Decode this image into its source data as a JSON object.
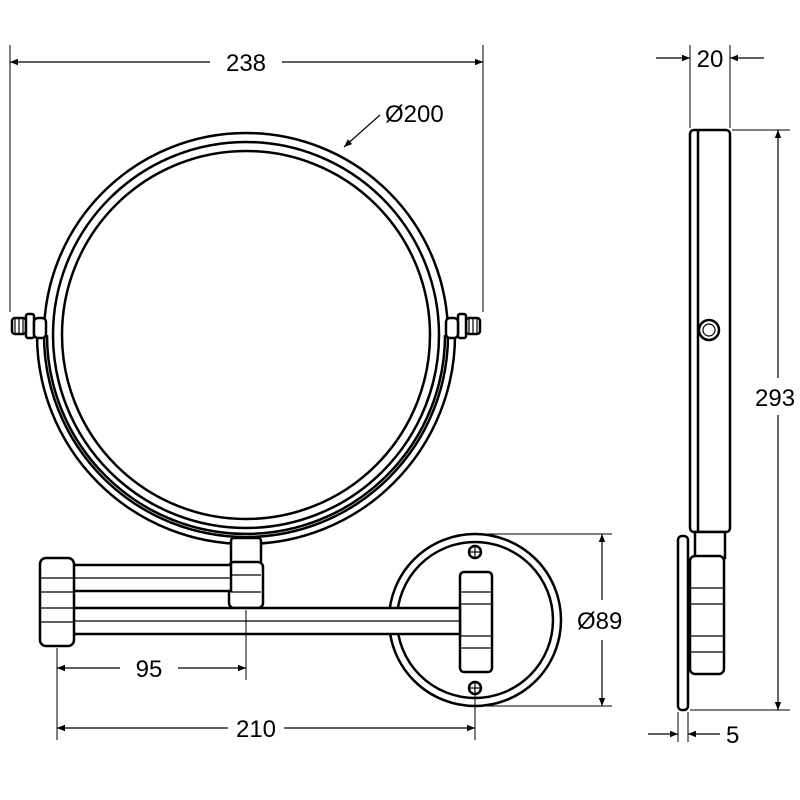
{
  "dimensions": {
    "width_overall": "238",
    "mirror_diameter": "Ø200",
    "depth": "20",
    "height_overall": "293",
    "plate_diameter": "Ø89",
    "arm_short": "95",
    "arm_long": "210",
    "plate_thickness": "5"
  }
}
